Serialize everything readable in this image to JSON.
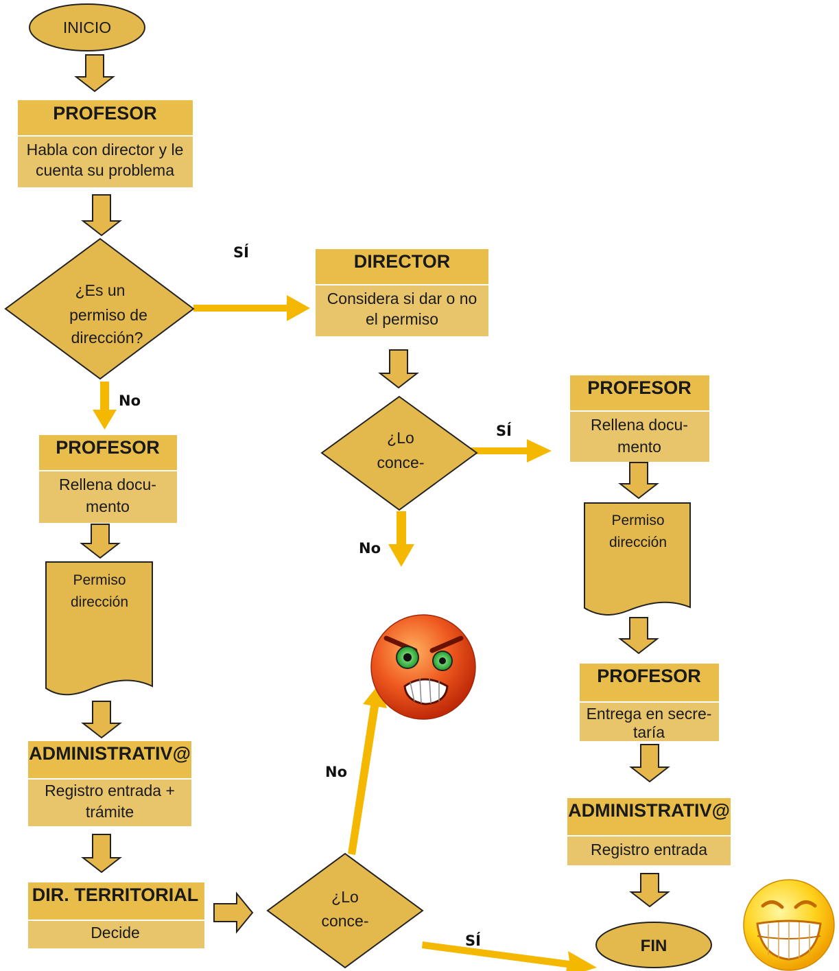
{
  "colors": {
    "header": "#e9bd4a",
    "body": "#e8c56a",
    "shape": "#e3b84c",
    "stroke": "#222222",
    "connector": "#f5b800",
    "angry": "#e8451a",
    "happy": "#ffd21c"
  },
  "start": {
    "label": "INICIO"
  },
  "end": {
    "label": "FIN"
  },
  "boxes": {
    "profesor_1": {
      "title": "PROFESOR",
      "line1": "Habla con director y le",
      "line2": "cuenta su problema"
    },
    "director": {
      "title": "DIRECTOR",
      "line1": "Considera si dar o no",
      "line2": "el permiso"
    },
    "profesor_2": {
      "title": "PROFESOR",
      "line1": "Rellena docu-",
      "line2": "mento"
    },
    "profesor_3": {
      "title": "PROFESOR",
      "line1": "Rellena docu-",
      "line2": "mento"
    },
    "profesor_4": {
      "title": "PROFESOR",
      "line1": "Entrega en secre-",
      "line2": "taría"
    },
    "administrativo_1": {
      "title": "ADMINISTRATIV@",
      "line1": "Registro entrada +",
      "line2": "trámite"
    },
    "administrativo_2": {
      "title": "ADMINISTRATIV@",
      "line1": "Registro entrada"
    },
    "dir_territorial": {
      "title": "DIR. TERRITORIAL",
      "line1": "Decide"
    }
  },
  "decisions": {
    "permiso_direccion": {
      "line1": "¿Es un",
      "line2": "permiso de",
      "line3": "dirección?"
    },
    "concede_director": {
      "line1": "¿Lo",
      "line2": "conce-"
    },
    "concede_territorial": {
      "line1": "¿Lo",
      "line2": "conce-"
    }
  },
  "documents": {
    "doc_left": {
      "line1": "Permiso",
      "line2": "dirección"
    },
    "doc_right": {
      "line1": "Permiso",
      "line2": "dirección"
    }
  },
  "edge_labels": {
    "si_1": "SÍ",
    "no_1": "No",
    "si_2": "SÍ",
    "no_2": "No",
    "no_3": "No",
    "si_3": "SÍ"
  },
  "icons": {
    "angry": "angry-face-icon",
    "happy": "laughing-face-icon"
  }
}
